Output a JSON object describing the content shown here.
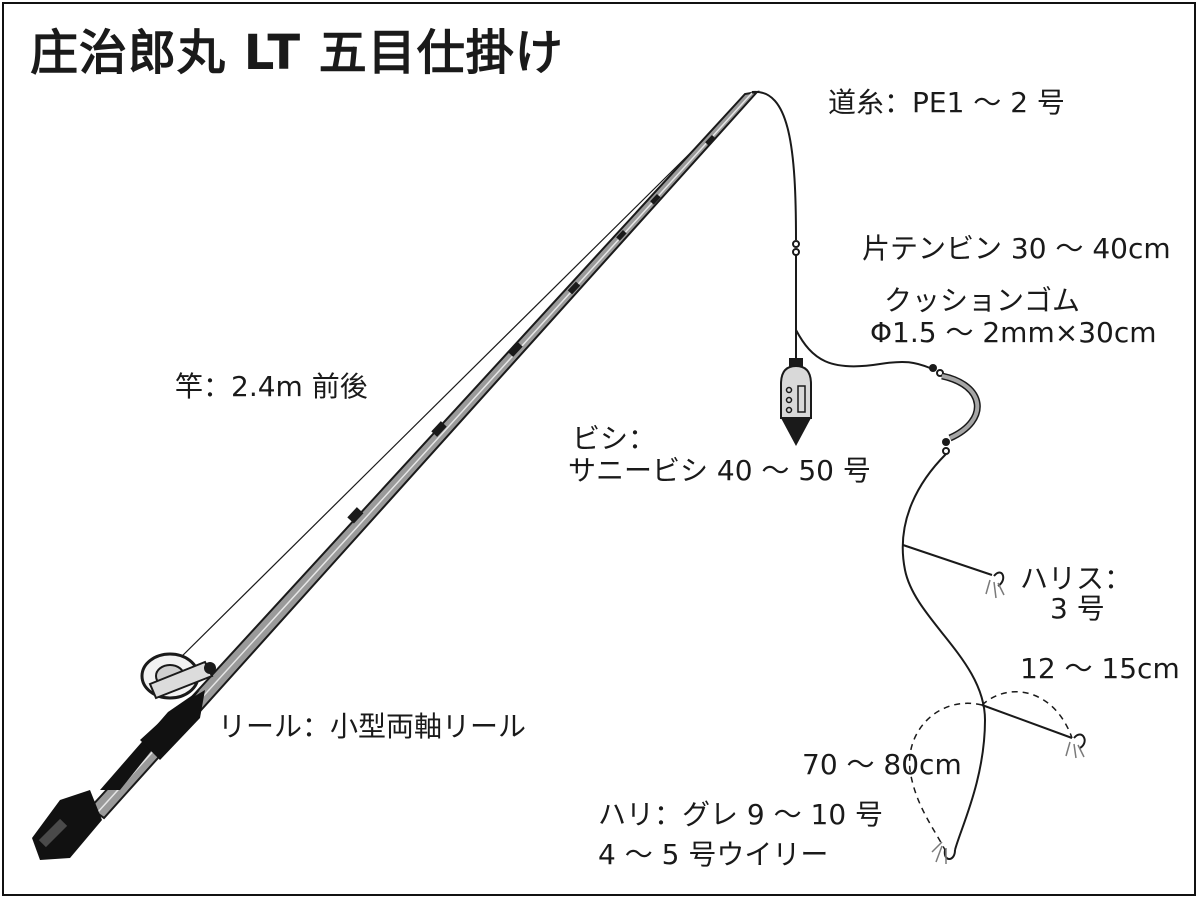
{
  "title": "庄治郎丸 LT 五目仕掛け",
  "labels": {
    "michiito": "道糸：PE1 〜 2 号",
    "tenbin": "片テンビン 30 〜 40cm",
    "cushion_1": "クッションゴム",
    "cushion_2": "Φ1.5 〜 2mm×30cm",
    "sao": "竿：2.4m 前後",
    "bishi_1": "ビシ：",
    "bishi_2": "サニービシ 40 〜 50 号",
    "harisu_1": "ハリス：",
    "harisu_2": "3 号",
    "branch_len": "12 〜 15cm",
    "reel": "リール：小型両軸リール",
    "span_len": "70 〜 80cm",
    "hari_1": "ハリ：グレ 9 〜 10 号",
    "hari_2": "4 〜 5 号ウイリー"
  },
  "colors": {
    "line": "#1a1a1a",
    "rod_body": "#8a8a8a",
    "rod_grip": "#111111",
    "cushion": "#9a9a9a",
    "sinker": "#d9d9d9"
  }
}
